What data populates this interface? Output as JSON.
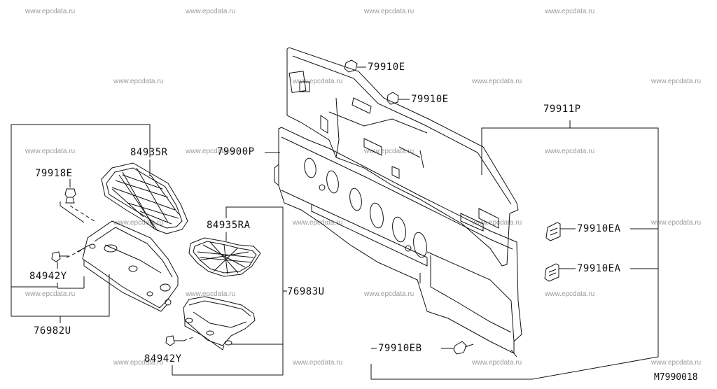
{
  "watermark": "www.epcdata.ru",
  "diagram_code": "M7990018",
  "parts": {
    "p79910E_a": "79910E",
    "p79910E_b": "79910E",
    "p79911P": "79911P",
    "p79900P": "79900P",
    "p84935R": "84935R",
    "p79918E": "79918E",
    "p84935RA": "84935RA",
    "p79910EA_a": "79910EA",
    "p79910EA_b": "79910EA",
    "p84942Y_a": "84942Y",
    "p76983U": "76983U",
    "p76982U": "76982U",
    "p84942Y_b": "84942Y",
    "p79910EB": "79910EB"
  }
}
